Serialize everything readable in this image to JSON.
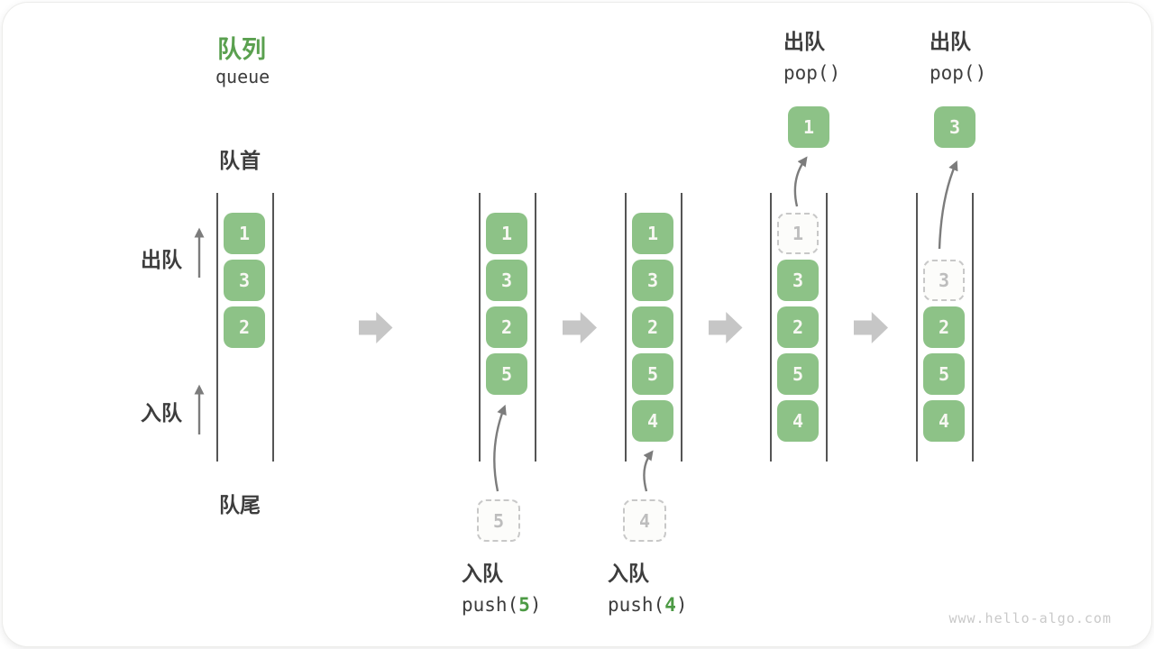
{
  "header": {
    "title_zh": "队列",
    "title_en": "queue"
  },
  "side_labels": {
    "front": "队首",
    "rear": "队尾",
    "dequeue": "出队",
    "enqueue": "入队"
  },
  "watermark": "www.hello-algo.com",
  "colors": {
    "box_green": "#8DC287",
    "box_text": "#F8F8F3",
    "title_green": "#5AA04F",
    "code_green": "#4C9A44",
    "text_dark": "#3D3D3D",
    "dashed_border": "#C8C8C8",
    "dashed_fill": "#FCFCFA",
    "dashed_text": "#BDBDBD",
    "wall_line": "#555555",
    "thin_arrow": "#7C7C7C",
    "block_arrow": "#C6C6C6",
    "watermark_gray": "#C9C9C9"
  },
  "queue_states": [
    {
      "cells": [
        {
          "value": "1",
          "row": 1,
          "dashed": false
        },
        {
          "value": "3",
          "row": 2,
          "dashed": false
        },
        {
          "value": "2",
          "row": 3,
          "dashed": false
        }
      ]
    },
    {
      "cells": [
        {
          "value": "1",
          "row": 1,
          "dashed": false
        },
        {
          "value": "3",
          "row": 2,
          "dashed": false
        },
        {
          "value": "2",
          "row": 3,
          "dashed": false
        },
        {
          "value": "5",
          "row": 4,
          "dashed": false
        }
      ],
      "pending": {
        "value": "5"
      },
      "op_bottom": {
        "label": "入队",
        "code_prefix": "push(",
        "code_arg": "5",
        "code_suffix": ")"
      }
    },
    {
      "cells": [
        {
          "value": "1",
          "row": 1,
          "dashed": false
        },
        {
          "value": "3",
          "row": 2,
          "dashed": false
        },
        {
          "value": "2",
          "row": 3,
          "dashed": false
        },
        {
          "value": "5",
          "row": 4,
          "dashed": false
        },
        {
          "value": "4",
          "row": 5,
          "dashed": false
        }
      ],
      "pending": {
        "value": "4"
      },
      "op_bottom": {
        "label": "入队",
        "code_prefix": "push(",
        "code_arg": "4",
        "code_suffix": ")"
      }
    },
    {
      "cells": [
        {
          "value": "1",
          "row": 1,
          "dashed": true
        },
        {
          "value": "3",
          "row": 2,
          "dashed": false
        },
        {
          "value": "2",
          "row": 3,
          "dashed": false
        },
        {
          "value": "5",
          "row": 4,
          "dashed": false
        },
        {
          "value": "4",
          "row": 5,
          "dashed": false
        }
      ],
      "popped": {
        "value": "1"
      },
      "op_top": {
        "label": "出队",
        "code": "pop()"
      }
    },
    {
      "cells": [
        {
          "value": "3",
          "row": 2,
          "dashed": true
        },
        {
          "value": "2",
          "row": 3,
          "dashed": false
        },
        {
          "value": "5",
          "row": 4,
          "dashed": false
        },
        {
          "value": "4",
          "row": 5,
          "dashed": false
        }
      ],
      "popped": {
        "value": "3"
      },
      "op_top": {
        "label": "出队",
        "code": "pop()"
      }
    }
  ]
}
